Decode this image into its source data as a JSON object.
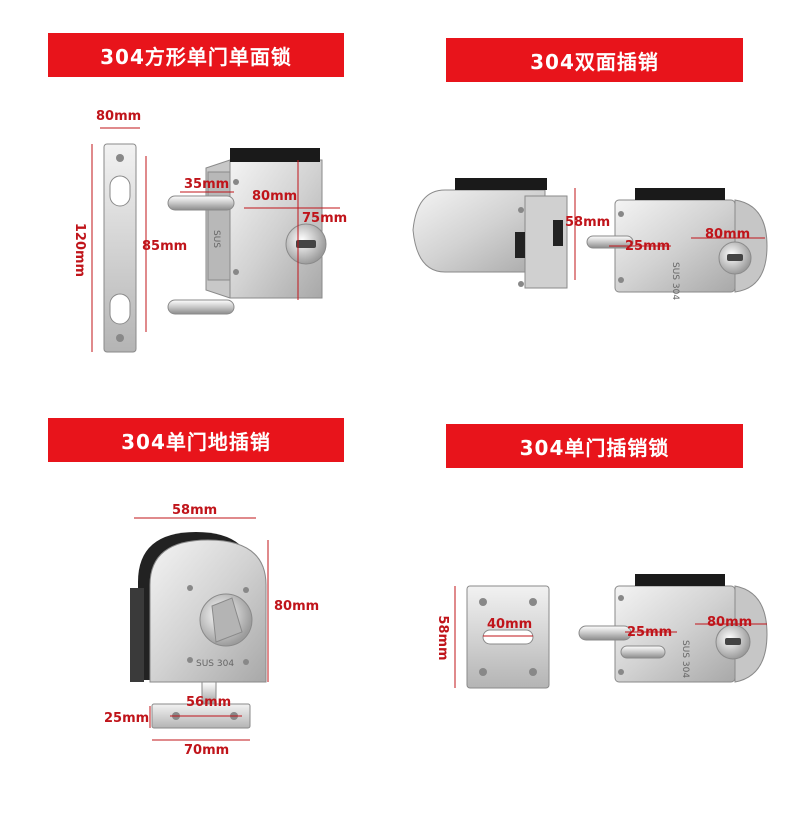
{
  "panels": [
    {
      "title": "304方形单门单面锁",
      "dims": {
        "plate_width": "80mm",
        "plate_height": "120mm",
        "hole_span": "85mm",
        "bolt_length": "35mm",
        "body_width": "80mm",
        "body_height": "75mm"
      },
      "engraving": "SUS"
    },
    {
      "title": "304双面插销",
      "dims": {
        "height": "58mm",
        "bolt_length": "25mm",
        "body_width": "80mm"
      },
      "engraving": "SUS 304"
    },
    {
      "title": "304单门地插销",
      "dims": {
        "top_width": "58mm",
        "height": "80mm",
        "base_hole": "56mm",
        "base_depth": "25mm",
        "base_width": "70mm"
      },
      "engraving": "SUS 304"
    },
    {
      "title": "304单门插销锁",
      "dims": {
        "plate_height": "58mm",
        "slot_width": "40mm",
        "bolt_length": "25mm",
        "body_width": "80mm"
      },
      "engraving": "SUS 304"
    }
  ],
  "colors": {
    "banner": "#e8141b",
    "dimension": "#c0141a",
    "steel_light": "#e6e6e6",
    "steel_dark": "#9a9a9a"
  },
  "icons": [
    "lock-cylinder-icon"
  ]
}
